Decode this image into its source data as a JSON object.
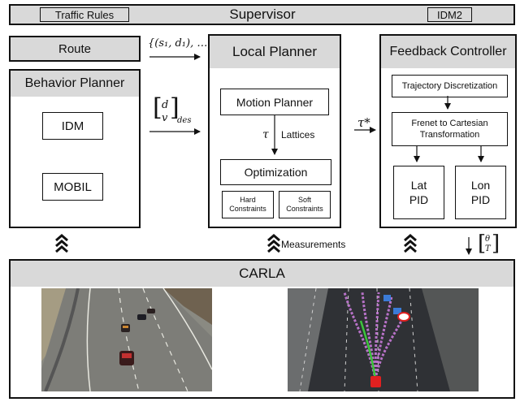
{
  "supervisor": {
    "title": "Supervisor",
    "left_tag": "Traffic Rules",
    "right_tag": "IDM2"
  },
  "route": {
    "label": "Route"
  },
  "behavior_planner": {
    "title": "Behavior Planner",
    "idm": "IDM",
    "mobil": "MOBIL"
  },
  "local_planner": {
    "title": "Local Planner",
    "motion_planner": "Motion Planner",
    "tau": "τ",
    "lattices": "Lattices",
    "optimization": "Optimization",
    "hard": "Hard Constraints",
    "soft": "Soft Constraints"
  },
  "feedback_controller": {
    "title": "Feedback Controller",
    "traj_disc": "Trajectory Discretization",
    "frenet": "Frenet to Cartesian Transformation",
    "lat_pid": "Lat PID",
    "lon_pid": "Lon PID"
  },
  "signals": {
    "route_out": "{(s₁, d₁), …}",
    "d": "d",
    "v": "v",
    "des": "des",
    "tau_star": "τ*",
    "theta": "θ",
    "T": "T",
    "measurements": "Measurements"
  },
  "carla": {
    "title": "CARLA"
  },
  "colors": {
    "gray": "#d9d9d9",
    "border": "#111111",
    "lane_green": "#3cc43c",
    "lattice_purple": "#c77ad8"
  }
}
